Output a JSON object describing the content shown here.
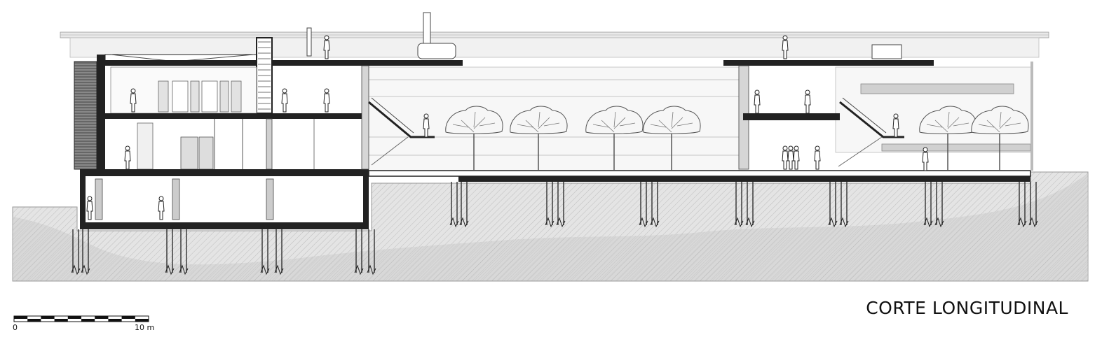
{
  "title": "CORTE LONGITUDINAL",
  "scale_bar": {
    "start_label": "0",
    "end_label": "10 m",
    "segments": 10
  },
  "colors": {
    "line": "#111111",
    "structure": "#111111",
    "ground_fill": "#d9d9d9",
    "ground_dark": "#c4c4c4",
    "roof_fill": "#ececec",
    "facade_fill": "#f3f3f3"
  }
}
